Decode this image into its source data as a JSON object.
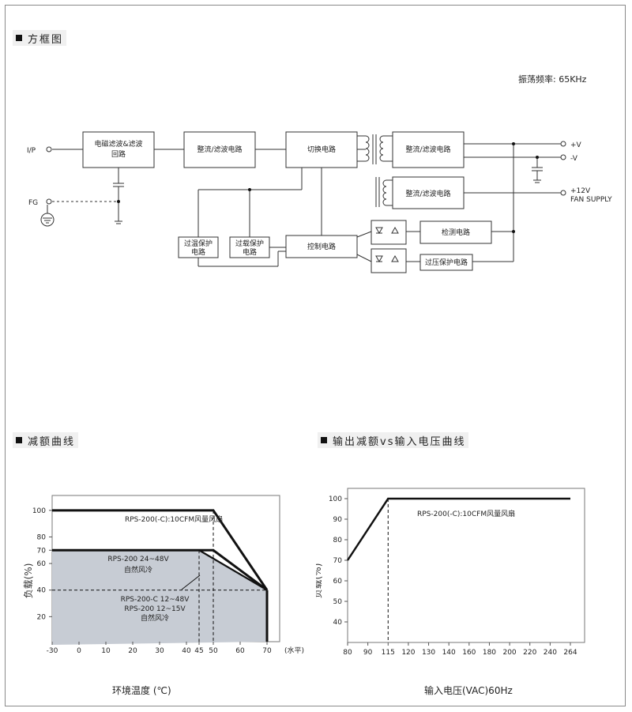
{
  "sections": {
    "block_diagram": "方框图",
    "derating": "减额曲线",
    "input_derating": "输出减额vs输入电压曲线"
  },
  "oscillation": "振荡频率: 65KHz",
  "diagram": {
    "input": "I/P",
    "fg": "FG",
    "emi": [
      "电磁滤波&滤波",
      "回路"
    ],
    "rect1": "整流/滤波电路",
    "switch": "切换电路",
    "rect2": "整流/滤波电路",
    "rect3": "整流/滤波电路",
    "otp": [
      "过温保护",
      "电路"
    ],
    "olp": [
      "过载保护",
      "电路"
    ],
    "ctrl": "控制电路",
    "detect": "检测电路",
    "ovp": "过压保护电路",
    "out_pos": "+V",
    "out_neg": "-V",
    "fan_v": "+12V",
    "fan_label": "FAN SUPPLY"
  },
  "chart_data": [
    {
      "type": "line",
      "xlabel": "环境温度 (℃)",
      "ylabel": "负载(%)",
      "x_unit": "(水平)",
      "x_ticks": [
        "-30",
        "0",
        "10",
        "20",
        "30",
        "40",
        "45",
        "50",
        "60",
        "70"
      ],
      "y_ticks": [
        "100",
        "80",
        "70",
        "60",
        "40",
        "20"
      ],
      "series": [
        {
          "name": "RPS-200(-C):10CFM风量风扇",
          "x": [
            -30,
            50,
            70
          ],
          "y": [
            100,
            100,
            40
          ]
        },
        {
          "name": "RPS-200 24~48V 自然风冷",
          "x": [
            -30,
            50,
            70
          ],
          "y": [
            70,
            70,
            40
          ]
        },
        {
          "name": "RPS-200-C 12~48V RPS-200 12~15V 自然风冷",
          "x": [
            -30,
            45,
            70
          ],
          "y": [
            70,
            70,
            40
          ]
        }
      ],
      "annotations": {
        "a1": "RPS-200(-C):10CFM风量风扇",
        "a2": "RPS-200 24~48V",
        "a3": "自然风冷",
        "a4": "RPS-200-C 12~48V",
        "a5": "RPS-200 12~15V",
        "a6": "自然风冷"
      },
      "xlim": [
        -30,
        70
      ],
      "ylim": [
        0,
        110
      ]
    },
    {
      "type": "line",
      "xlabel": "输入电压(VAC)60Hz",
      "ylabel": "负载(%)",
      "x_ticks": [
        "80",
        "90",
        "115",
        "120",
        "130",
        "140",
        "160",
        "180",
        "200",
        "220",
        "240",
        "264"
      ],
      "y_ticks": [
        "100",
        "90",
        "80",
        "70",
        "60",
        "50",
        "40"
      ],
      "series": [
        {
          "name": "RPS-200(-C):10CFM风量风扇",
          "x": [
            80,
            115,
            264
          ],
          "y": [
            70,
            100,
            100
          ]
        }
      ],
      "annotation": "RPS-200(-C):10CFM风量风扇",
      "ylim": [
        30,
        105
      ]
    }
  ]
}
